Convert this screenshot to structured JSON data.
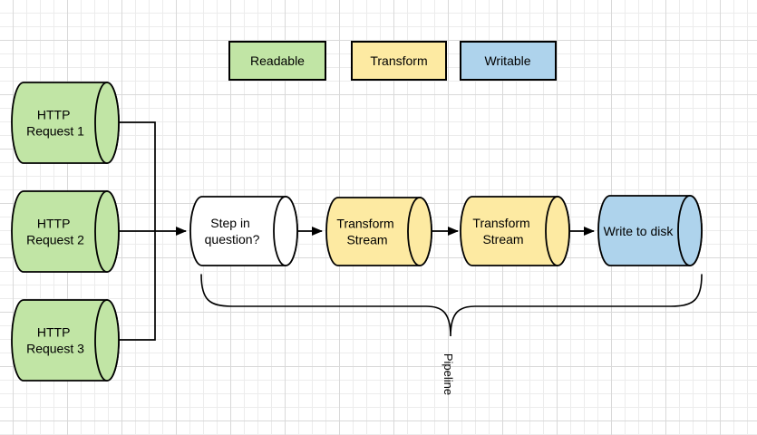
{
  "colors": {
    "readable_green": "#c1e5a5",
    "transform_yellow": "#fdeaa2",
    "writable_blue": "#aed3ec",
    "step_white": "#ffffff",
    "stroke_black": "#000000"
  },
  "legend": {
    "items": [
      {
        "label": "Readable"
      },
      {
        "label": "Transform"
      },
      {
        "label": "Writable"
      }
    ]
  },
  "nodes": {
    "http1": {
      "line1": "HTTP",
      "line2": "Request 1"
    },
    "http2": {
      "line1": "HTTP",
      "line2": "Request 2"
    },
    "http3": {
      "line1": "HTTP",
      "line2": "Request 3"
    },
    "step": {
      "line1": "Step in",
      "line2": "question?"
    },
    "transform1": {
      "line1": "Transform",
      "line2": "Stream"
    },
    "transform2": {
      "line1": "Transform",
      "line2": "Stream"
    },
    "write": {
      "line1": "Write to disk"
    }
  },
  "annotations": {
    "pipeline_label": "Pipeline"
  }
}
